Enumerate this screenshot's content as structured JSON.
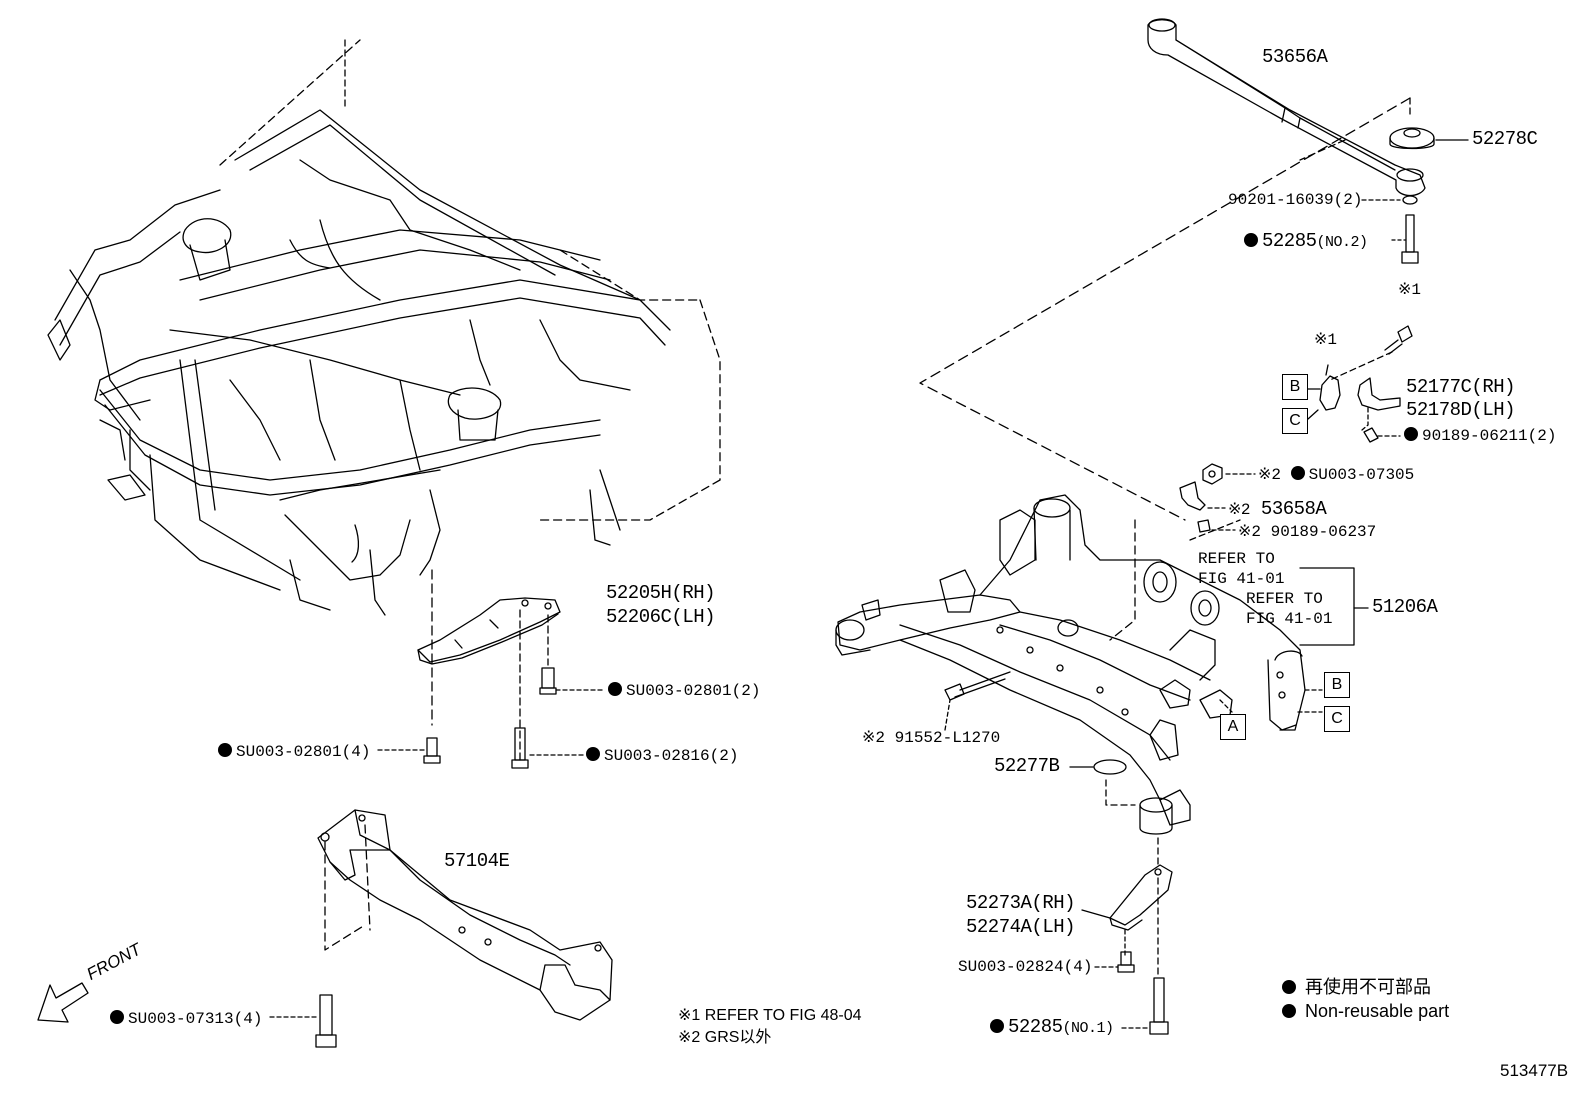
{
  "callouts": {
    "p53656A": "53656A",
    "p52278C": "52278C",
    "p90201": "90201-16039(2)",
    "p52285_no2": "52285",
    "p52285_no2_tag": "(NO.2)",
    "ref1_top": "※1",
    "ref1_mid": "※1",
    "p52177C": "52177C(RH)",
    "p52178D": "52178D(LH)",
    "p90189_06211": "90189-06211(2)",
    "p_su07305_mark": "※2",
    "p_su07305": "SU003-07305",
    "p53658A_mark": "※2",
    "p53658A": "53658A",
    "p90189_06237_mark": "※2",
    "p90189_06237": "90189-06237",
    "refer1_a": "REFER TO",
    "refer1_b": "FIG 41-01",
    "refer2_a": "REFER TO",
    "refer2_b": "FIG 41-01",
    "p51206A": "51206A",
    "p91552_mark": "※2",
    "p91552": "91552-L1270",
    "p52277B": "52277B",
    "p52273A": "52273A(RH)",
    "p52274A": "52274A(LH)",
    "p_su02824": "SU003-02824(4)",
    "p52285_no1": "52285",
    "p52285_no1_tag": "(NO.1)",
    "p52205H": "52205H(RH)",
    "p52206C": "52206C(LH)",
    "p_su02801_2": "SU003-02801(2)",
    "p_su02801_4": "SU003-02801(4)",
    "p_su02816": "SU003-02816(2)",
    "p57104E": "57104E",
    "p_su07313": "SU003-07313(4)",
    "front": "FRONT"
  },
  "boxes": {
    "b1": "B",
    "c1": "C",
    "b2": "B",
    "c2": "C",
    "a1": "A"
  },
  "notes": {
    "n1": "※1  REFER TO FIG 48-04",
    "n2": "※2  GRS以外"
  },
  "legend": {
    "jp": "再使用不可部品",
    "en": "Non-reusable part"
  },
  "figure_id": "513477B"
}
